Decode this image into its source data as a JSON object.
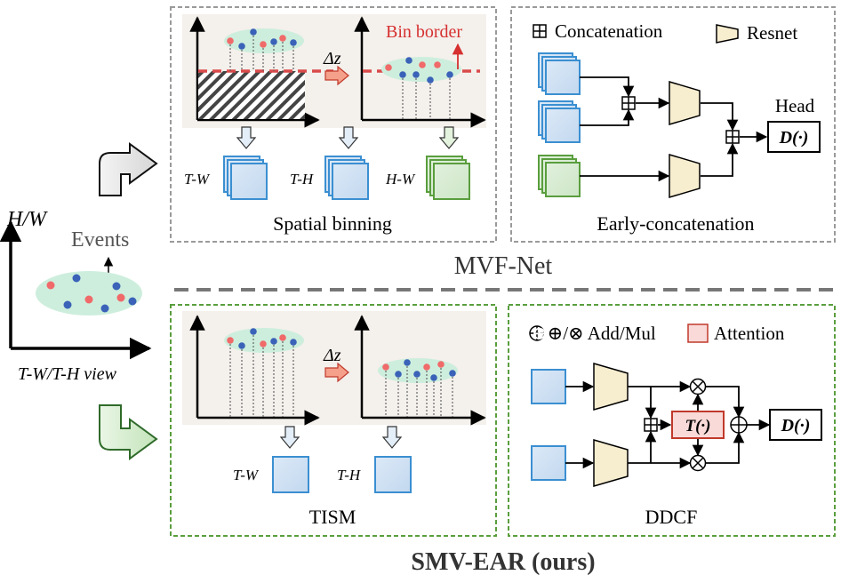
{
  "left": {
    "axis_y_label": "H/W",
    "events_label": "Events",
    "axis_x_label": "T-W/T-H view"
  },
  "mvf": {
    "title": "MVF-Net",
    "spatial": {
      "bin_border_label": "Bin border",
      "delta_label": "Δz",
      "views": [
        "T-W",
        "T-H",
        "H-W"
      ],
      "caption": "Spatial binning"
    },
    "early": {
      "legend_concat": "Concatenation",
      "legend_resnet": "Resnet",
      "head_label": "Head",
      "head_box": "D(·)",
      "caption": "Early-concatenation"
    }
  },
  "smv": {
    "title": "SMV-EAR (ours)",
    "tism": {
      "delta_label": "Δz",
      "views": [
        "T-W",
        "T-H"
      ],
      "caption": "TISM"
    },
    "ddcf": {
      "legend_ops": "⊕/⊗ Add/Mul",
      "legend_attention": "Attention",
      "attention_box": "T(·)",
      "head_box": "D(·)",
      "caption": "DDCF"
    }
  },
  "colors": {
    "red_dashed": "#d94a4a",
    "blue_view": "#3b8fd1",
    "green_view": "#5a9e3e",
    "dot_red": "#f06a6a",
    "dot_blue": "#3a62b8",
    "ellipse": "#cdeedd",
    "resnet_fill": "#f7edcf",
    "attention_fill": "#f9dad8"
  },
  "icons": {
    "mvf_arrow": "curved-arrow-up-right-icon",
    "smv_arrow": "curved-arrow-down-right-icon",
    "concat": "boxed-plus-icon",
    "add": "circled-plus-icon",
    "mul": "circled-times-icon"
  }
}
